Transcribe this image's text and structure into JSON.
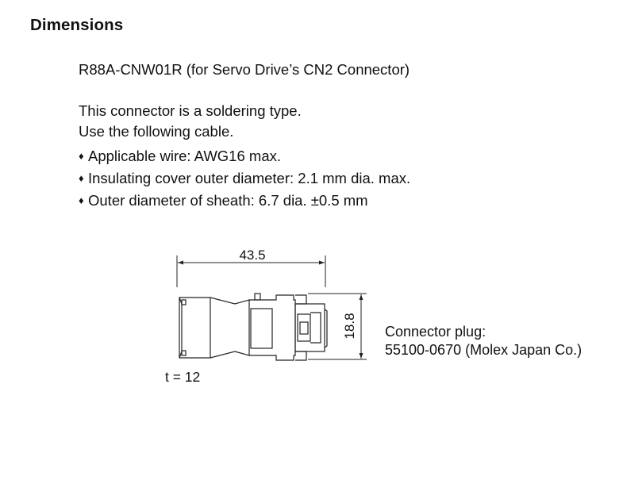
{
  "heading": "Dimensions",
  "model_line": "R88A-CNW01R (for Servo Drive’s CN2 Connector)",
  "description": [
    "This connector is a soldering type.",
    "Use the following cable."
  ],
  "bullets": [
    "Applicable wire: AWG16 max.",
    "Insulating cover outer diameter: 2.1 mm dia. max.",
    "Outer diameter of sheath: 6.7 dia. ±0.5 mm"
  ],
  "bullet_symbol": "♦",
  "drawing": {
    "width_dimension": "43.5",
    "height_dimension": "18.8",
    "thickness_label": "t = 12",
    "callout": {
      "title": "Connector plug:",
      "part": "55100-0670 (Molex Japan Co.)"
    }
  }
}
